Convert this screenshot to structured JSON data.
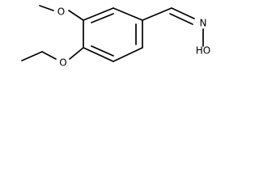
{
  "diagram": {
    "type": "chemical-structure",
    "colors": {
      "background": "#ffffff",
      "bond": "#000000",
      "label": "#000000"
    },
    "atom_labels": {
      "methoxy_oxygen": "O",
      "ethoxy_oxygen": "O",
      "oxime_nitrogen": "N",
      "hydroxyl_group": "HO"
    }
  }
}
